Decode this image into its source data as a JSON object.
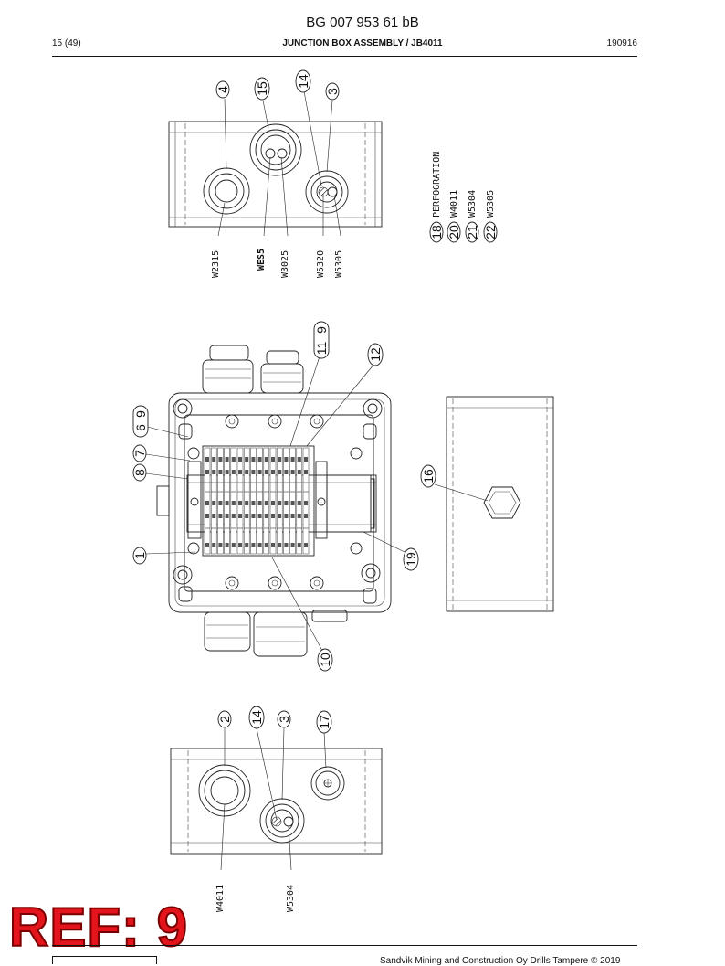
{
  "header": {
    "doc_id": "BG 007 953 61 bB",
    "page": "15 (49)",
    "title": "JUNCTION BOX ASSEMBLY / JB4011",
    "date": "190916"
  },
  "drawing": {
    "top_view": {
      "callouts": [
        "4",
        "15",
        "14",
        "3"
      ],
      "cables": [
        "W2315",
        "WES5",
        "W3025",
        "W5320",
        "W5305"
      ]
    },
    "parts_list": [
      {
        "num": "18",
        "label": "PERFOGRATION"
      },
      {
        "num": "20",
        "label": "W4011"
      },
      {
        "num": "21",
        "label": "W5304"
      },
      {
        "num": "22",
        "label": "W5305"
      }
    ],
    "front_view": {
      "callouts": [
        "11",
        "9",
        "12",
        "6",
        "9",
        "7",
        "8",
        "1",
        "10",
        "19"
      ]
    },
    "side_view": {
      "callouts": [
        "16"
      ]
    },
    "bottom_view": {
      "callouts": [
        "2",
        "14",
        "3",
        "17"
      ],
      "cables": [
        "W4011",
        "W5304"
      ]
    }
  },
  "stamp": "REF: 9",
  "footer": {
    "copyright": "Sandvik Mining and Construction Oy Drills Tampere © 2019"
  }
}
